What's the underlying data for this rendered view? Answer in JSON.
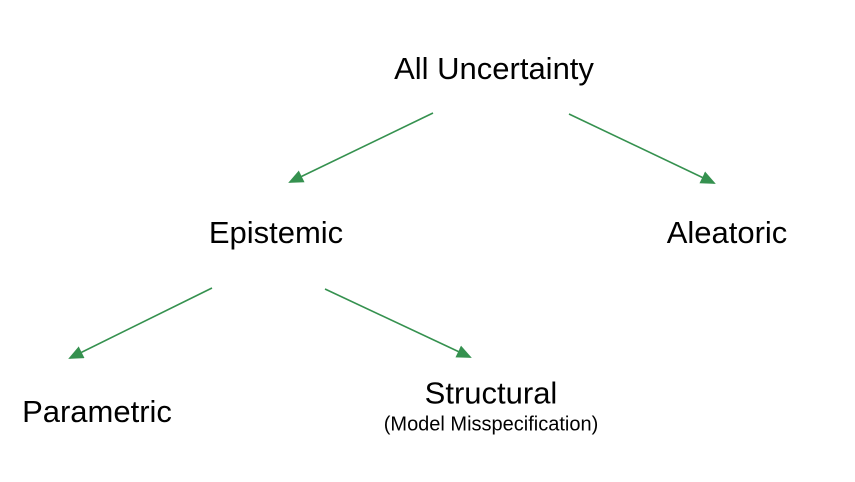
{
  "diagram": {
    "arrow_color": "#35914F",
    "text_color": "#000000",
    "nodes": {
      "root": {
        "label": "All Uncertainty"
      },
      "epistemic": {
        "label": "Epistemic"
      },
      "aleatoric": {
        "label": "Aleatoric"
      },
      "parametric": {
        "label": "Parametric"
      },
      "structural": {
        "label": "Structural",
        "sublabel": "(Model Misspecification)"
      }
    },
    "edges": [
      {
        "from": "root",
        "to": "epistemic"
      },
      {
        "from": "root",
        "to": "aleatoric"
      },
      {
        "from": "epistemic",
        "to": "parametric"
      },
      {
        "from": "epistemic",
        "to": "structural"
      }
    ]
  }
}
